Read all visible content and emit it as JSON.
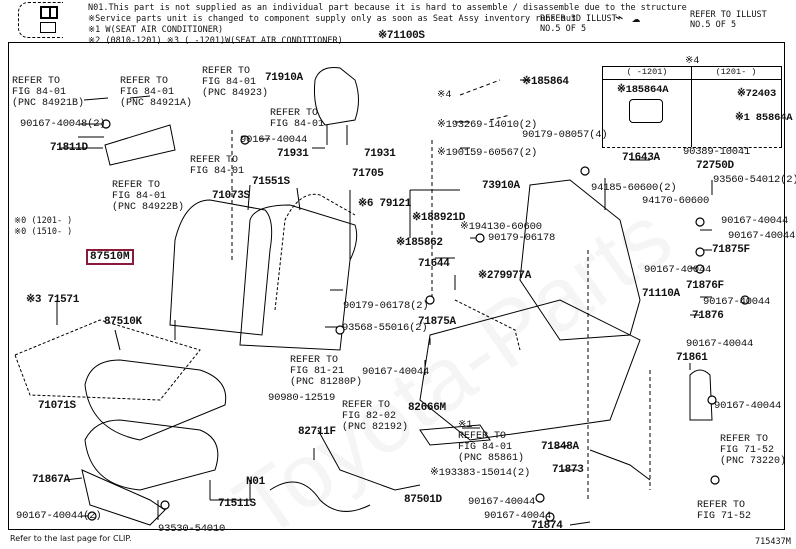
{
  "header": {
    "notes": [
      "N01.This part is not supplied as an individual part  because it is hard to assemble / disassemble due to the structure",
      "※Service parts unit is changed to component supply only as soon as Seat Assy inventory runs out",
      "※1 W(SEAT AIR CONDITIONER)",
      "※2 (0810-1201) ※3 (     -1201)W(SEAT AIR CONDITIONER)"
    ],
    "assembly_number": "※71100S",
    "refer_illust_1": [
      "REFER 3D ILLUST",
      "NO.5 OF 5"
    ],
    "refer_illust_2": [
      "REFER TO ILLUST",
      "NO.5 OF 5"
    ]
  },
  "subtable": {
    "title": "※4",
    "columns": [
      {
        "header": "(     -1201)",
        "parts": [
          "※185864A"
        ]
      },
      {
        "header": "(1201-     )",
        "parts": [
          "※72403",
          "※1 85864A"
        ]
      }
    ]
  },
  "highlighted_part": "87510M",
  "side_note": [
    "※0 (1201-     )",
    "※0 (1510-     )"
  ],
  "labels": {
    "ref_84921b": [
      "REFER TO",
      "FIG 84-01",
      "(PNC 84921B)"
    ],
    "ref_84921a": [
      "REFER TO",
      "FIG 84-01",
      "(PNC 84921A)"
    ],
    "ref_84923": [
      "REFER TO",
      "FIG 84-01",
      "(PNC 84923)"
    ],
    "ref_84_01a": [
      "REFER TO",
      "FIG 84-01"
    ],
    "ref_84_01b": [
      "REFER TO",
      "FIG 84-01"
    ],
    "ref_84922b": [
      "REFER TO",
      "FIG 84-01",
      "(PNC 84922B)"
    ],
    "ref_81_21": [
      "REFER TO",
      "FIG 81-21",
      "(PNC 81280P)"
    ],
    "ref_82_02": [
      "REFER TO",
      "FIG 82-02",
      "(PNC 82192)"
    ],
    "ref_85861": [
      "※1",
      "REFER TO",
      "FIG 84-01",
      "(PNC 85861)"
    ],
    "ref_71_52a": [
      "REFER TO",
      "FIG 71-52",
      "(PNC 73220)"
    ],
    "ref_71_52b": [
      "REFER TO",
      "FIG 71-52"
    ],
    "p90167_40048": "90167-40048(2)",
    "p71811d": "71811D",
    "p71910a": "71910A",
    "p90167_40044_a": "90167-40044",
    "p71931_a": "71931",
    "p71931_b": "71931",
    "p71705": "71705",
    "p79121": "※6 79121",
    "p71551s": "71551S",
    "p71073s": "71073S",
    "p185864": "※185864",
    "px4": "※4",
    "p93269": "※193269-14010(2)",
    "p90179_08057": "90179-08057(4)",
    "p90159": "※190159-60567(2)",
    "p73910a": "73910A",
    "p188921d": "※188921D",
    "p185862": "※185862",
    "p194130": "※194130-60600",
    "p90179_06178a": "90179-06178",
    "p71644": "71644",
    "p279977a": "※279977A",
    "p90179_06178b": "90179-06178(2)",
    "p93568": "93568-55016(2)",
    "p71875a": "71875A",
    "p71643a": "71643A",
    "p90389": "90389-10041",
    "p72750d": "72750D",
    "p93560": "93560-54012(2)",
    "p94185": "94185-60600(2)",
    "p94170": "94170-60600",
    "p90167_40044_b": "90167-40044",
    "p90167_40044_c": "90167-40044",
    "p71875f": "71875F",
    "p90167_40044_d": "90167-40044",
    "p71876f": "71876F",
    "p90167_40044_e": "90167-40044",
    "p71876": "71876",
    "p71110a": "71110A",
    "p90167_40044_f": "90167-40044",
    "p71861": "71861",
    "p90167_40044_g": "90167-40044",
    "p71571": "※3 71571",
    "p87510k": "87510K",
    "p71071s": "71071S",
    "p71867a": "71867A",
    "p90167_40044_2": "90167-40044(2)",
    "p93530": "93530-54010",
    "p71511s": "71511S",
    "pn01": "N01",
    "p90980": "90980-12519",
    "p82711f": "82711F",
    "p90167_40044_h": "90167-40044",
    "p82666m": "82666M",
    "p93383": "※193383-15014(2)",
    "p87501d": "87501D",
    "p71848a": "71848A",
    "p71873": "71873",
    "p90167_40044_i": "90167-40044",
    "p90167_40044_j": "90167-40044",
    "p71874": "71874"
  },
  "footer": {
    "note": "Refer to the last page for CLIP.",
    "figure_id": "715437M"
  }
}
